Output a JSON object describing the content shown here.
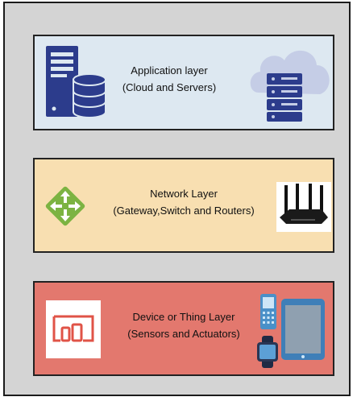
{
  "layers": [
    {
      "title": "Application layer",
      "subtitle": "(Cloud and Servers)",
      "background": "#dde8f1",
      "icons": [
        "server-database-icon",
        "cloud-server-icon"
      ]
    },
    {
      "title": "Network Layer",
      "subtitle": "(Gateway,Switch and Routers)",
      "background": "#f8dfb1",
      "icons": [
        "gateway-arrows-icon",
        "router-icon"
      ]
    },
    {
      "title": "Device or Thing Layer",
      "subtitle": "(Sensors and Actuators)",
      "background": "#e3786e",
      "icons": [
        "device-panel-icon",
        "mobile-phone-icon",
        "tablet-icon",
        "smartwatch-icon"
      ]
    }
  ],
  "colors": {
    "frame_background": "#d4d4d4",
    "server_blue": "#2c3c8c",
    "gateway_green": "#7cb342",
    "device_red": "#e05347"
  }
}
